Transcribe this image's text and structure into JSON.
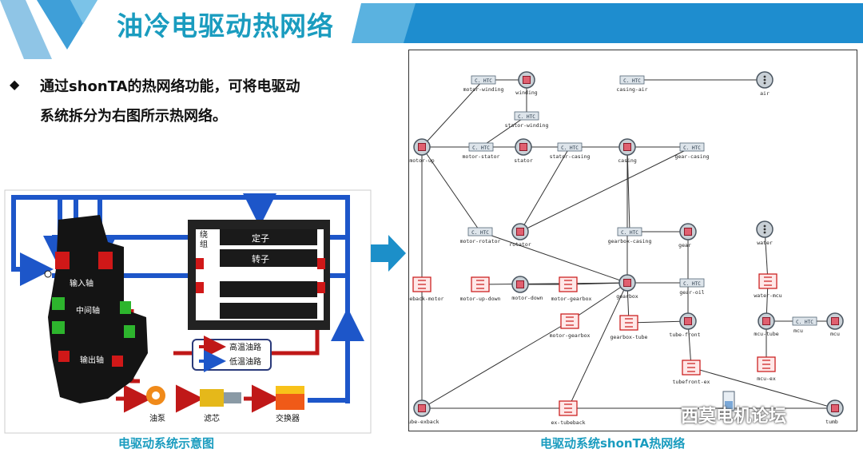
{
  "title": "油冷电驱动热网络",
  "bullet": {
    "line1": "通过shonTA的热网络功能，可将电驱动",
    "line2": "系统拆分为右图所示热网络。"
  },
  "left_figure": {
    "caption": "电驱动系统示意图",
    "labels": {
      "stator": "定子",
      "rotor": "转子",
      "winding": "绕\n组",
      "input_shaft": "输入轴",
      "middle_shaft": "中间轴",
      "output_shaft": "输出轴",
      "pump": "油泵",
      "filter": "滤芯",
      "exchanger": "交换器",
      "legend_hot": "高温油路",
      "legend_cold": "低温油路"
    }
  },
  "right_figure": {
    "caption": "电驱动系统shonTA热网络",
    "conv_label": "C. HTC",
    "nodes": [
      {
        "label": "winding"
      },
      {
        "label": "air"
      },
      {
        "label": "motor-up"
      },
      {
        "label": "stator"
      },
      {
        "label": "casing"
      },
      {
        "label": "rotator"
      },
      {
        "label": "gear"
      },
      {
        "label": "water"
      },
      {
        "label": "motor-down"
      },
      {
        "label": "gearbox"
      },
      {
        "label": "tube-front"
      },
      {
        "label": "mcu-tube"
      },
      {
        "label": "mcu"
      },
      {
        "label": "tube-exback"
      },
      {
        "label": "tumb"
      }
    ],
    "convs": [
      {
        "label": "motor-winding"
      },
      {
        "label": "casing-air"
      },
      {
        "label": "stator-winding"
      },
      {
        "label": "motor-stator"
      },
      {
        "label": "stator-casing"
      },
      {
        "label": "gear-casing"
      },
      {
        "label": "motor-rotator"
      },
      {
        "label": "gearbox-casing"
      },
      {
        "label": "gear-oil"
      },
      {
        "label": "mcu"
      }
    ],
    "flows": [
      {
        "label": "tubeback-motor"
      },
      {
        "label": "motor-up-down"
      },
      {
        "label": "motor-gearbox"
      },
      {
        "label": "water-mcu"
      },
      {
        "label": "motor-gearbox"
      },
      {
        "label": "gearbox-tube"
      },
      {
        "label": "tubefront-ex"
      },
      {
        "label": "mcu-ex"
      },
      {
        "label": "ex-tubeback"
      }
    ]
  },
  "watermark": "西莫电机论坛"
}
